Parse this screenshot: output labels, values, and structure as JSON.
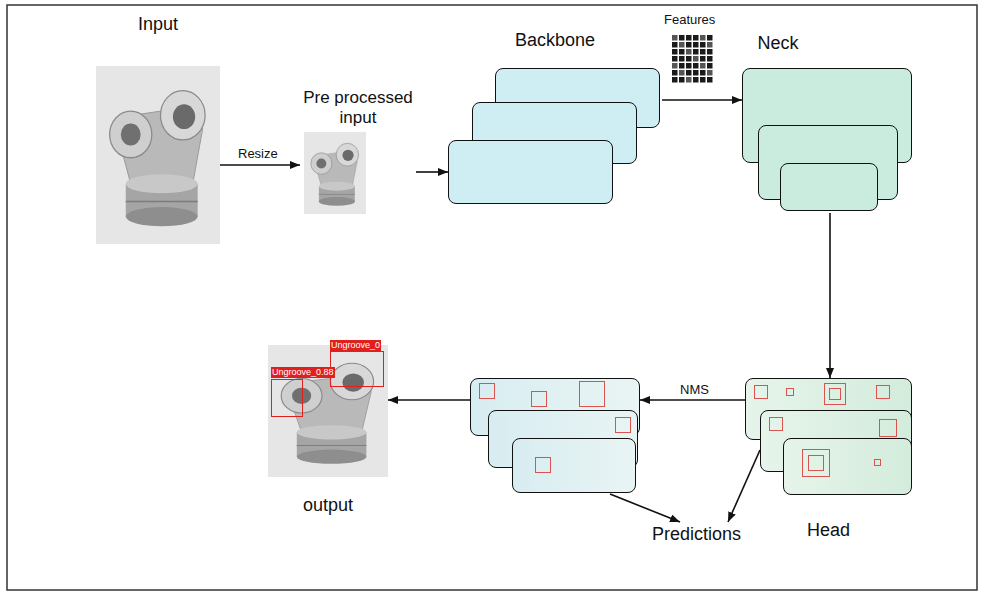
{
  "diagram": {
    "nodes": [
      {
        "text": [
          "Input"
        ]
      },
      {
        "text": [
          "Pre processed input"
        ]
      },
      {
        "text": [
          "Backbone"
        ]
      },
      {
        "text": [
          "Neck"
        ]
      },
      {
        "text": [
          "Head"
        ]
      },
      {
        "text": []
      },
      {
        "text": [
          "output"
        ]
      },
      {
        "text": [
          "Predictions"
        ]
      }
    ],
    "edges": [
      {
        "from": 0,
        "to": 1,
        "label": "Resize",
        "arrow": "to"
      },
      {
        "from": 1,
        "to": 2,
        "arrow": "to"
      },
      {
        "from": 2,
        "to": 3,
        "label": "Features",
        "arrow": "to"
      },
      {
        "from": 3,
        "to": 4,
        "arrow": "to"
      },
      {
        "from": 4,
        "to": 5,
        "label": "NMS",
        "arrow": "to"
      },
      {
        "from": 5,
        "to": 6,
        "arrow": "to"
      },
      {
        "from": 5,
        "to": 7,
        "arrow": "to"
      },
      {
        "from": 4,
        "to": 7,
        "arrow": "to"
      }
    ],
    "labels": [
      "Ungroove_0.88",
      "Ungroove_0"
    ]
  }
}
